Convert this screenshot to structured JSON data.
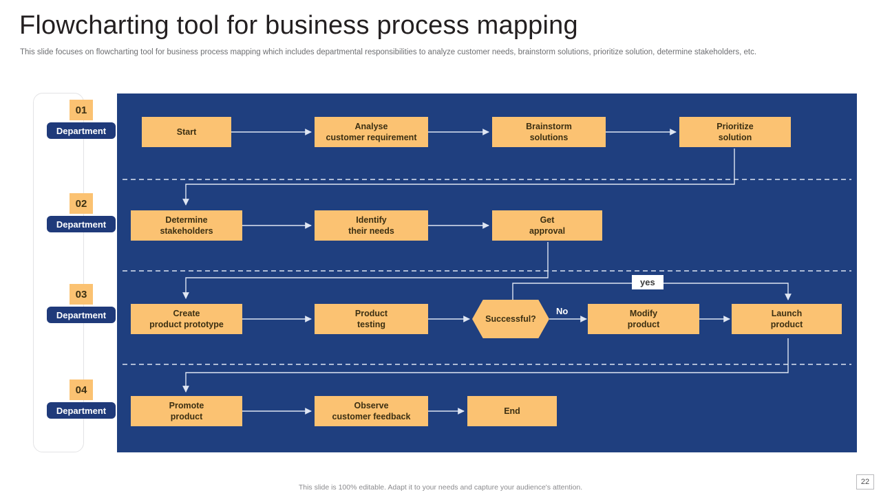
{
  "header": {
    "title": "Flowcharting tool for business process mapping",
    "subtitle": "This slide focuses on flowcharting tool for business process mapping which includes departmental responsibilities to analyze customer needs, brainstorm solutions, prioritize solution, determine stakeholders, etc."
  },
  "sidebar": {
    "items": [
      {
        "number": "01",
        "label": "Department"
      },
      {
        "number": "02",
        "label": "Department"
      },
      {
        "number": "03",
        "label": "Department"
      },
      {
        "number": "04",
        "label": "Department"
      }
    ]
  },
  "flow": {
    "rows": [
      {
        "nodes": [
          {
            "id": "start",
            "text": "Start"
          },
          {
            "id": "analyse",
            "text": "Analyse\ncustomer requirement"
          },
          {
            "id": "brainstorm",
            "text": "Brainstorm\nsolutions"
          },
          {
            "id": "prioritize",
            "text": "Prioritize\nsolution"
          }
        ]
      },
      {
        "nodes": [
          {
            "id": "determine",
            "text": "Determine\nstakeholders"
          },
          {
            "id": "identify",
            "text": "Identify\ntheir needs"
          },
          {
            "id": "approval",
            "text": "Get\napproval"
          }
        ]
      },
      {
        "nodes": [
          {
            "id": "prototype",
            "text": "Create\nproduct prototype"
          },
          {
            "id": "testing",
            "text": "Product\ntesting"
          },
          {
            "id": "successful",
            "text": "Successful?",
            "shape": "hexagon"
          },
          {
            "id": "modify",
            "text": "Modify\nproduct"
          },
          {
            "id": "launch",
            "text": "Launch\nproduct"
          }
        ]
      },
      {
        "nodes": [
          {
            "id": "promote",
            "text": "Promote\nproduct"
          },
          {
            "id": "observe",
            "text": "Observe\ncustomer feedback"
          },
          {
            "id": "end",
            "text": "End"
          }
        ]
      }
    ],
    "edge_labels": {
      "no": "No",
      "yes": "yes"
    }
  },
  "footer": {
    "note": "This slide is 100% editable. Adapt it to your needs and capture your audience's attention.",
    "page": "22"
  },
  "colors": {
    "panel_blue": "#1F3F7F",
    "node_orange": "#FBC272",
    "pill_navy": "#1F3A7A",
    "text_dark": "#231F20"
  }
}
